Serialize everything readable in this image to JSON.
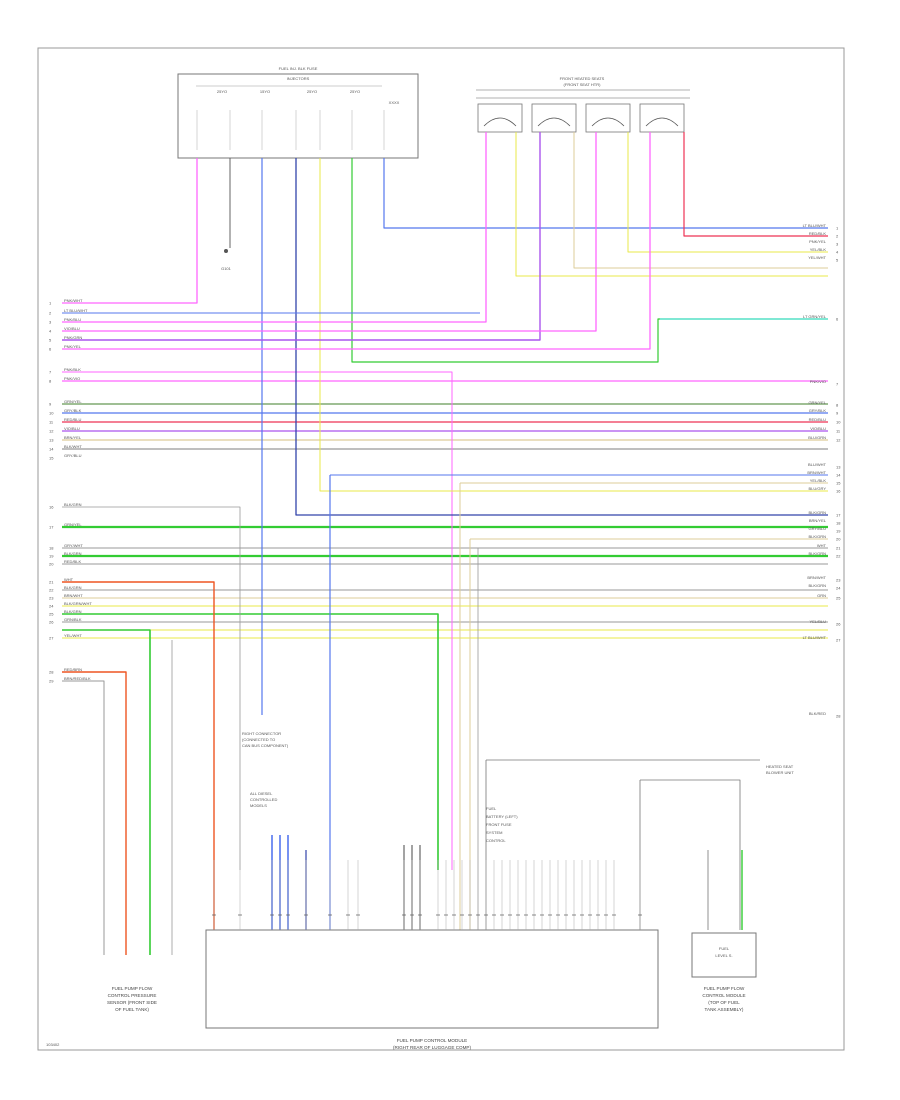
{
  "page": {
    "footer_code": "103402"
  },
  "modules": {
    "top_left": {
      "title": "FUEL INJ. BLK FUSE",
      "subtitle": "INJECTORS",
      "tags": [
        "25YO",
        "15YO",
        "25YO",
        "25YO",
        "XXXX"
      ]
    },
    "top_right": {
      "title": "FRONT HEATED SEATS",
      "subtitle": "(FRONT SEAT HTR)"
    },
    "ground_label": "G101",
    "bottom_center": {
      "caption": "FUEL PUMP CONTROL MODULE",
      "subcaption": "(RIGHT REAR OF LUGGAGE COMP)"
    },
    "bottom_left": {
      "caption": [
        "FUEL PUMP FLOW",
        "CONTROL PRESSURE",
        "SENSOR (FRONT SIDE",
        "OF FUEL TANK)"
      ]
    },
    "bottom_right": {
      "box": [
        "FUEL",
        "LEVEL S."
      ],
      "caption": [
        "FUEL PUMP FLOW",
        "CONTROL MODULE",
        "(TOP OF FUEL",
        "TANK ASSEMBLY)"
      ]
    },
    "notes": {
      "n1": [
        "RIGHT CONNECTOR",
        "(CONNECTED TO",
        "CAN BUS COMPONENT)"
      ],
      "n2": [
        "ALL DIESEL",
        "CONTROLLED",
        "MODELS"
      ],
      "n3": [
        "FUEL",
        "BATTERY (LEFT)",
        "FRONT FUSE",
        "SYSTEM",
        "CONTROL"
      ],
      "n4": [
        "HEATED SEAT",
        "BLOWER UNIT"
      ]
    }
  },
  "harness": {
    "left": [
      {
        "num": "1",
        "text": "PNK/WHT"
      },
      {
        "num": "2",
        "text": "LT BLU/WHT"
      },
      {
        "num": "3",
        "text": "PNK/BLU"
      },
      {
        "num": "4",
        "text": "VIO/BLU"
      },
      {
        "num": "5",
        "text": "PNK/GRN"
      },
      {
        "num": "6",
        "text": "PNK/YEL"
      },
      {
        "num": "7",
        "text": "PNK/BLK"
      },
      {
        "num": "8",
        "text": "PNK/VIO"
      },
      {
        "num": "9",
        "text": "GRN/YEL"
      },
      {
        "num": "10",
        "text": "GRY/BLK"
      },
      {
        "num": "11",
        "text": "RED/BLU"
      },
      {
        "num": "12",
        "text": "VIO/BLU"
      },
      {
        "num": "13",
        "text": "BRN/YEL"
      },
      {
        "num": "14",
        "text": "BLK/WHT"
      },
      {
        "num": "15",
        "text": "GRY/BLU"
      },
      {
        "num": "16",
        "text": "BLK/GRN"
      },
      {
        "num": "17",
        "text": "GRN/YEL"
      },
      {
        "num": "18",
        "text": "GRY/WHT"
      },
      {
        "num": "19",
        "text": "BLK/GRN"
      },
      {
        "num": "20",
        "text": "RED/BLK"
      },
      {
        "num": "21",
        "text": "WHT"
      },
      {
        "num": "22",
        "text": "BLK/GRN"
      },
      {
        "num": "23",
        "text": "BRN/WHT"
      },
      {
        "num": "24",
        "text": "BLK/GRN/WHT"
      },
      {
        "num": "25",
        "text": "BLK/GRN"
      },
      {
        "num": "26",
        "text": "GRN/BLK"
      },
      {
        "num": "27",
        "text": "YEL/WHT"
      },
      {
        "num": "28",
        "text": "RED/BRN"
      },
      {
        "num": "29",
        "text": "BRN/RED/BLK"
      }
    ],
    "right": [
      {
        "num": "1",
        "text": "LT BLU/WHT"
      },
      {
        "num": "2",
        "text": "RED/BLK"
      },
      {
        "num": "3",
        "text": "PNK/YEL"
      },
      {
        "num": "4",
        "text": "YEL/BLK"
      },
      {
        "num": "5",
        "text": "YEL/WHT"
      },
      {
        "num": "6",
        "text": "LT GRN/YEL"
      },
      {
        "num": "7",
        "text": "PNK/VIO"
      },
      {
        "num": "8",
        "text": "GRN/YEL"
      },
      {
        "num": "9",
        "text": "GRY/BLK"
      },
      {
        "num": "10",
        "text": "RED/BLU"
      },
      {
        "num": "11",
        "text": "VIO/BLU"
      },
      {
        "num": "12",
        "text": "BLU/GRN"
      },
      {
        "num": "13",
        "text": "BLU/WHT"
      },
      {
        "num": "14",
        "text": "BRN/WHT"
      },
      {
        "num": "15",
        "text": "YEL/BLK"
      },
      {
        "num": "16",
        "text": "BLU/GRY"
      },
      {
        "num": "17",
        "text": "BLK/GRN"
      },
      {
        "num": "18",
        "text": "BRN/YEL"
      },
      {
        "num": "19",
        "text": "GRY/BLU"
      },
      {
        "num": "20",
        "text": "BLK/GRN"
      },
      {
        "num": "21",
        "text": "WHT"
      },
      {
        "num": "22",
        "text": "BLK/GRN"
      },
      {
        "num": "23",
        "text": "BRN/WHT"
      },
      {
        "num": "24",
        "text": "BLK/GRN"
      },
      {
        "num": "25",
        "text": "GRN"
      },
      {
        "num": "26",
        "text": "YEL/BLU"
      },
      {
        "num": "27",
        "text": "LT BLU/WHT"
      },
      {
        "num": "28",
        "text": "BLK/RED"
      }
    ]
  },
  "colors": {
    "magenta": "#ff66ff",
    "violet": "#aa55ee",
    "blue": "#5577ee",
    "navy": "#3344aa",
    "yellow": "#e8e84a",
    "green": "#33cc33",
    "cyan": "#33dddd",
    "red": "#ee3355",
    "orange": "#ee5522",
    "gray": "#999999",
    "olive": "#669955",
    "tan": "#ddcc99",
    "frame": "#888888"
  }
}
